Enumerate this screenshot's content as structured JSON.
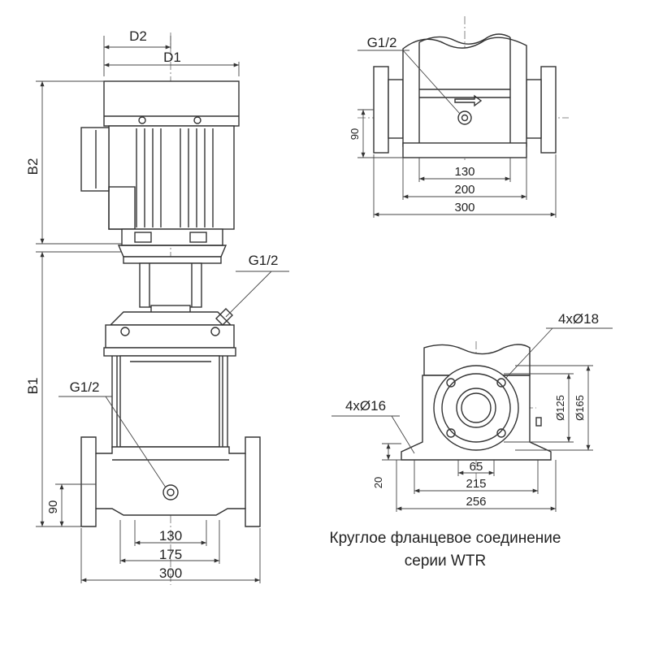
{
  "front_view": {
    "d2": "D2",
    "d1": "D1",
    "b2": "B2",
    "b1": "B1",
    "port_upper": "G1/2",
    "port_lower": "G1/2",
    "height_90": "90",
    "width_130": "130",
    "width_175": "175",
    "width_300": "300"
  },
  "top_view": {
    "port": "G1/2",
    "height_90": "90",
    "width_130": "130",
    "width_200": "200",
    "width_300": "300"
  },
  "flange_view": {
    "holes_flange": "4xØ18",
    "holes_base": "4xØ16",
    "dia_125": "Ø125",
    "dia_165": "Ø165",
    "height_20": "20",
    "width_65": "65",
    "width_215": "215",
    "width_256": "256"
  },
  "caption": {
    "line1": "Круглое фланцевое соединение",
    "line2": "серии WTR"
  }
}
